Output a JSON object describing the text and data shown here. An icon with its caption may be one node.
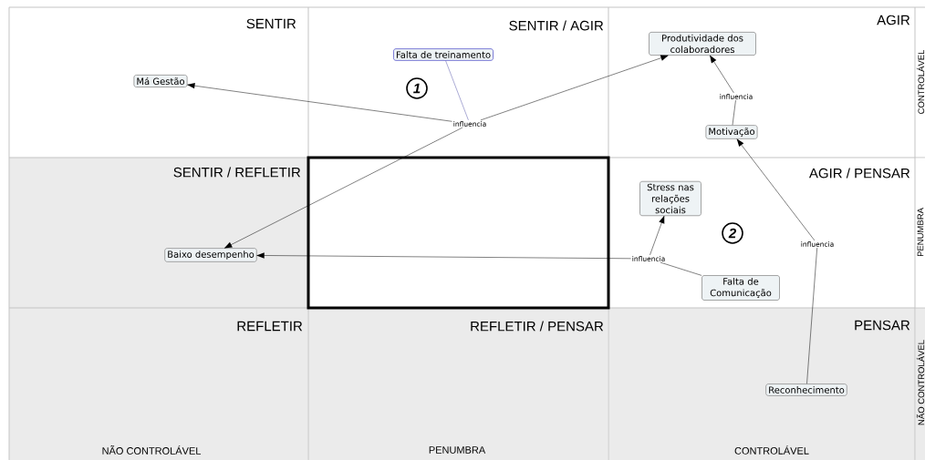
{
  "diagram": {
    "nodes": [
      {
        "text": [
          "Falta de treinamento"
        ]
      },
      {
        "text": [
          "Má Gestão"
        ]
      },
      {
        "text": [
          "Produtividade dos colaboradores"
        ]
      },
      {
        "text": [
          "influencia"
        ]
      },
      {
        "text": [
          "Baixo desempenho"
        ]
      },
      {
        "text": [
          "Motivação"
        ]
      },
      {
        "text": [
          "influencia"
        ]
      },
      {
        "text": [
          "Stress nas relações sociais"
        ]
      },
      {
        "text": [
          "influencia"
        ]
      },
      {
        "text": [
          "Falta de Comunicação"
        ]
      },
      {
        "text": [
          "influencia"
        ]
      },
      {
        "text": [
          "Reconhecimento"
        ]
      }
    ],
    "edges": [
      {
        "from": 0,
        "to": 3,
        "arrow": "none",
        "color": "#5555aa"
      },
      {
        "from": 3,
        "to": 1,
        "arrow": "to"
      },
      {
        "from": 3,
        "to": 4,
        "arrow": "to"
      },
      {
        "from": 3,
        "to": 2,
        "arrow": "to"
      },
      {
        "from": 5,
        "to": 6,
        "arrow": "none"
      },
      {
        "from": 6,
        "to": 2,
        "arrow": "to"
      },
      {
        "from": 11,
        "to": 10,
        "arrow": "none"
      },
      {
        "from": 10,
        "to": 5,
        "arrow": "to"
      },
      {
        "from": 9,
        "to": 8,
        "arrow": "none"
      },
      {
        "from": 8,
        "to": 7,
        "arrow": "to"
      },
      {
        "from": 8,
        "to": 4,
        "arrow": "to"
      }
    ],
    "labels": [
      "SENTIR",
      "SENTIR / AGIR",
      "AGIR",
      "CONTROLÁVEL",
      "SENTIR / REFLETIR",
      "AGIR / PENSAR",
      "PENUMBRA",
      "REFLETIR",
      "REFLETIR / PENSAR",
      "PENSAR",
      "NÃO CONTROLÁVEL",
      "NÃO CONTROLÁVEL",
      "PENUMBRA",
      "CONTROLÁVEL",
      "1",
      "2"
    ]
  }
}
